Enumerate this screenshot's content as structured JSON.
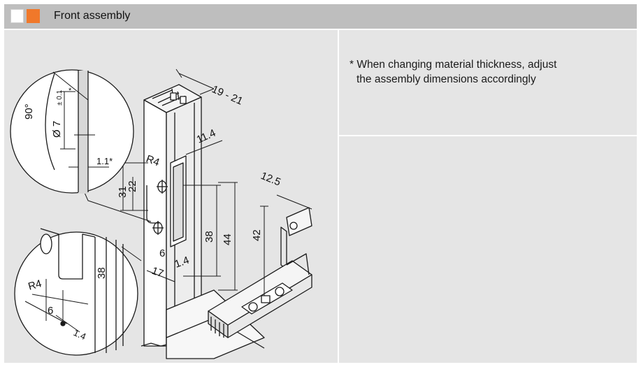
{
  "header": {
    "title": "Front assembly",
    "colors": {
      "bar": "#bebebe",
      "swatch_white": "#ffffff",
      "swatch_orange": "#f0782a",
      "panel": "#e5e5e5"
    }
  },
  "note": {
    "line1": "* When changing material thickness, adjust",
    "line2": "the assembly dimensions accordingly"
  },
  "drawing": {
    "dim_19_21": "19 - 21",
    "dim_11_4": "11.4",
    "dim_r4": "R4",
    "dim_31": "31",
    "dim_22": "22",
    "dim_38": "38",
    "dim_44": "44",
    "dim_6": "6",
    "dim_17": "17",
    "dim_1_4": "1.4",
    "dim_12_5": "12.5",
    "dim_42": "42",
    "detail_top": {
      "angle": "90°",
      "diameter": "Ø 7",
      "tolerance": "± 0.1",
      "star": "*",
      "offset": "1.1*"
    },
    "detail_bottom": {
      "r4": "R4",
      "d38": "38",
      "d6": "6",
      "d1_4": "1.4"
    }
  }
}
